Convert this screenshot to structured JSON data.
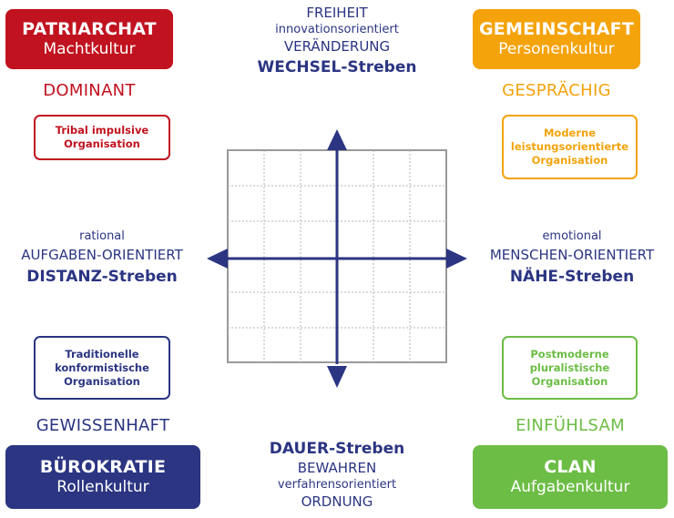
{
  "colors": {
    "red": "#c1121f",
    "orange": "#f4a30b",
    "navy": "#2b3582",
    "green": "#6cbd45",
    "grid_line": "#9a9a9a"
  },
  "top_left": {
    "title": "PATRIARCHAT",
    "subtitle": "Machtkultur",
    "trait": "DOMINANT",
    "org_line1": "Tribal impulsive",
    "org_line2": "Organisation"
  },
  "top_right": {
    "title": "GEMEINSCHAFT",
    "subtitle": "Personenkultur",
    "trait": "GESPRÄCHIG",
    "org_line1": "Moderne",
    "org_line2": "leistungsorientierte",
    "org_line3": "Organisation"
  },
  "bottom_left": {
    "title": "BÜROKRATIE",
    "subtitle": "Rollenkultur",
    "trait": "GEWISSENHAFT",
    "org_line1": "Traditionelle",
    "org_line2": "konformistische",
    "org_line3": "Organisation"
  },
  "bottom_right": {
    "title": "CLAN",
    "subtitle": "Aufgabenkultur",
    "trait": "EINFÜHLSAM",
    "org_line1": "Postmoderne",
    "org_line2": "pluralistische",
    "org_line3": "Organisation"
  },
  "top_axis": {
    "line1": "FREIHEIT",
    "line2": "innovationsorientiert",
    "line3": "VERÄNDERUNG",
    "line4_bold": "WECHSEL",
    "line4_rest": "-Streben"
  },
  "left_axis": {
    "line1": "rational",
    "line2": "AUFGABEN-ORIENTIERT",
    "line3_bold": "DISTANZ",
    "line3_rest": "-Streben"
  },
  "right_axis": {
    "line1": "emotional",
    "line2": "MENSCHEN-ORIENTIERT",
    "line3_bold": "NÄHE",
    "line3_rest": "-Streben"
  },
  "bottom_axis": {
    "line1_bold": "DAUER",
    "line1_rest": "-Streben",
    "line2": "BEWAHREN",
    "line3": "verfahrensorientiert",
    "line4": "ORDNUNG"
  }
}
